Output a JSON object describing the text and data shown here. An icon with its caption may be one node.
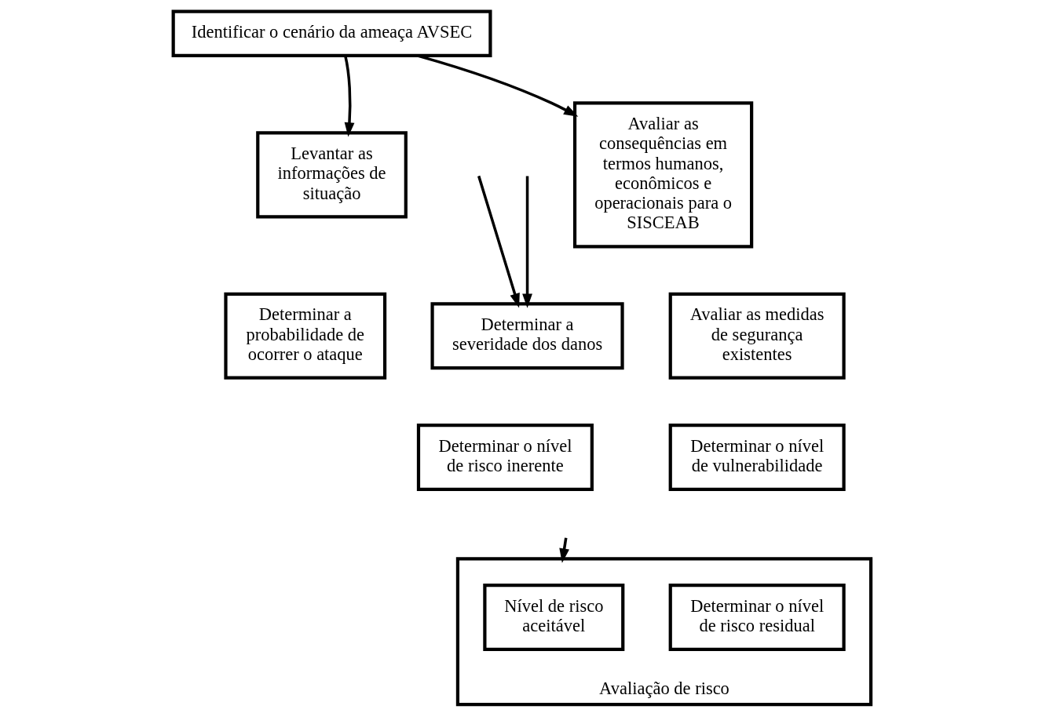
{
  "diagram": {
    "nodes": [
      {
        "text": [
          "Identificar o cenário da ameaça AVSEC"
        ]
      },
      {
        "text": [
          "Levantar as informações de situação"
        ]
      },
      {
        "text": [
          "Avaliar as consequências em termos humanos, econômicos e operacionais para o SISCEAB"
        ]
      },
      {
        "text": [
          "Determinar a probabilidade de ocorrer o ataque"
        ]
      },
      {
        "text": [
          "Determinar a severidade dos danos"
        ]
      },
      {
        "text": [
          "Avaliar as medidas de segurança existentes"
        ]
      },
      {
        "text": [
          "Determinar o nível de risco inerente"
        ]
      },
      {
        "text": [
          "Determinar o nível de vulnerabilidade"
        ]
      },
      {
        "text": [
          "Avaliação de risco"
        ]
      },
      {
        "text": [
          "Nível de risco aceitável"
        ],
        "in": 8
      },
      {
        "text": [
          "Determinar o nível de risco residual"
        ],
        "in": 8
      }
    ],
    "edges": [
      {
        "from": 0,
        "to": 1,
        "arrow": "to"
      },
      {
        "from": 0,
        "to": 2,
        "arrow": "to"
      },
      {
        "from": null,
        "to": 4,
        "arrow": "to"
      },
      {
        "from": null,
        "to": 4,
        "arrow": "to"
      },
      {
        "from": null,
        "to": 8,
        "arrow": "to"
      }
    ]
  }
}
